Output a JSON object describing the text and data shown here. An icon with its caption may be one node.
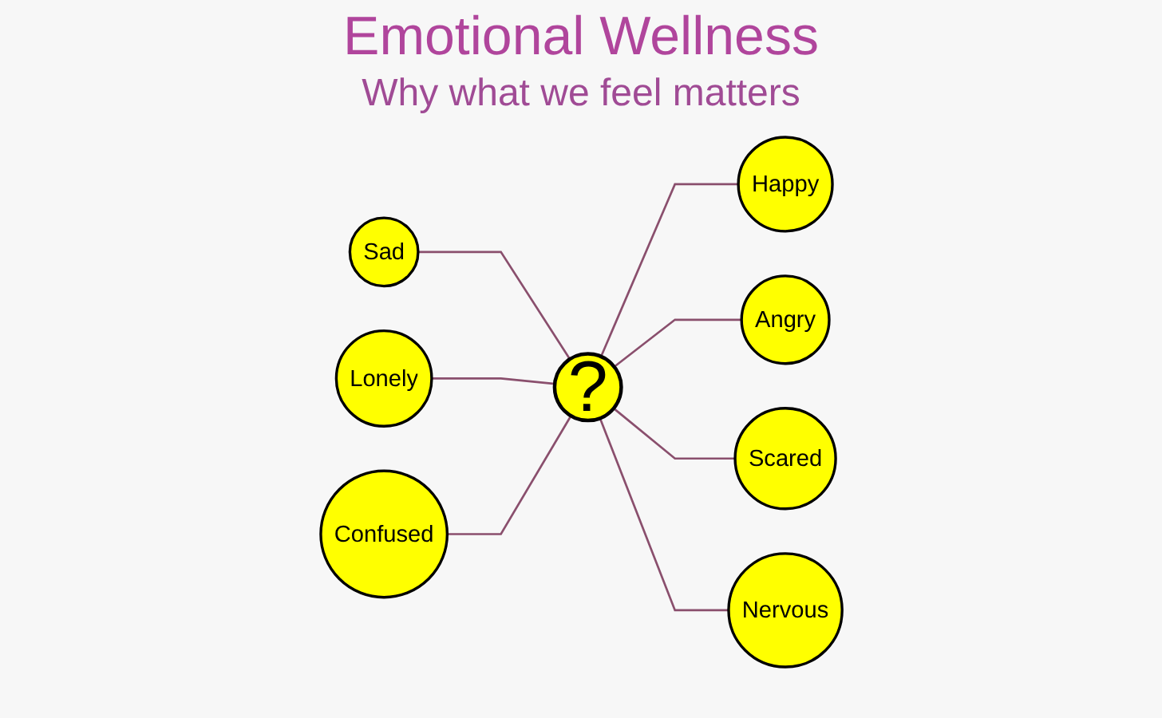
{
  "diagram": {
    "title": "Emotional Wellness",
    "nodes": [
      {
        "text": [
          "Happy"
        ]
      },
      {
        "text": [
          "Sad"
        ]
      },
      {
        "text": [
          "Angry"
        ]
      },
      {
        "text": [
          "Lonely"
        ]
      },
      {
        "text": [
          "?"
        ]
      },
      {
        "text": [
          "Scared"
        ]
      },
      {
        "text": [
          "Confused"
        ]
      },
      {
        "text": [
          "Nervous"
        ]
      }
    ],
    "edges": [
      {
        "from": 1,
        "to": 4,
        "arrow": "none"
      },
      {
        "from": 3,
        "to": 4,
        "arrow": "none"
      },
      {
        "from": 6,
        "to": 4,
        "arrow": "none"
      },
      {
        "from": 4,
        "to": 0,
        "arrow": "none"
      },
      {
        "from": 4,
        "to": 2,
        "arrow": "none"
      },
      {
        "from": 4,
        "to": 5,
        "arrow": "none"
      },
      {
        "from": 4,
        "to": 7,
        "arrow": "none"
      }
    ],
    "labels": [
      "Why what we feel matters"
    ]
  }
}
